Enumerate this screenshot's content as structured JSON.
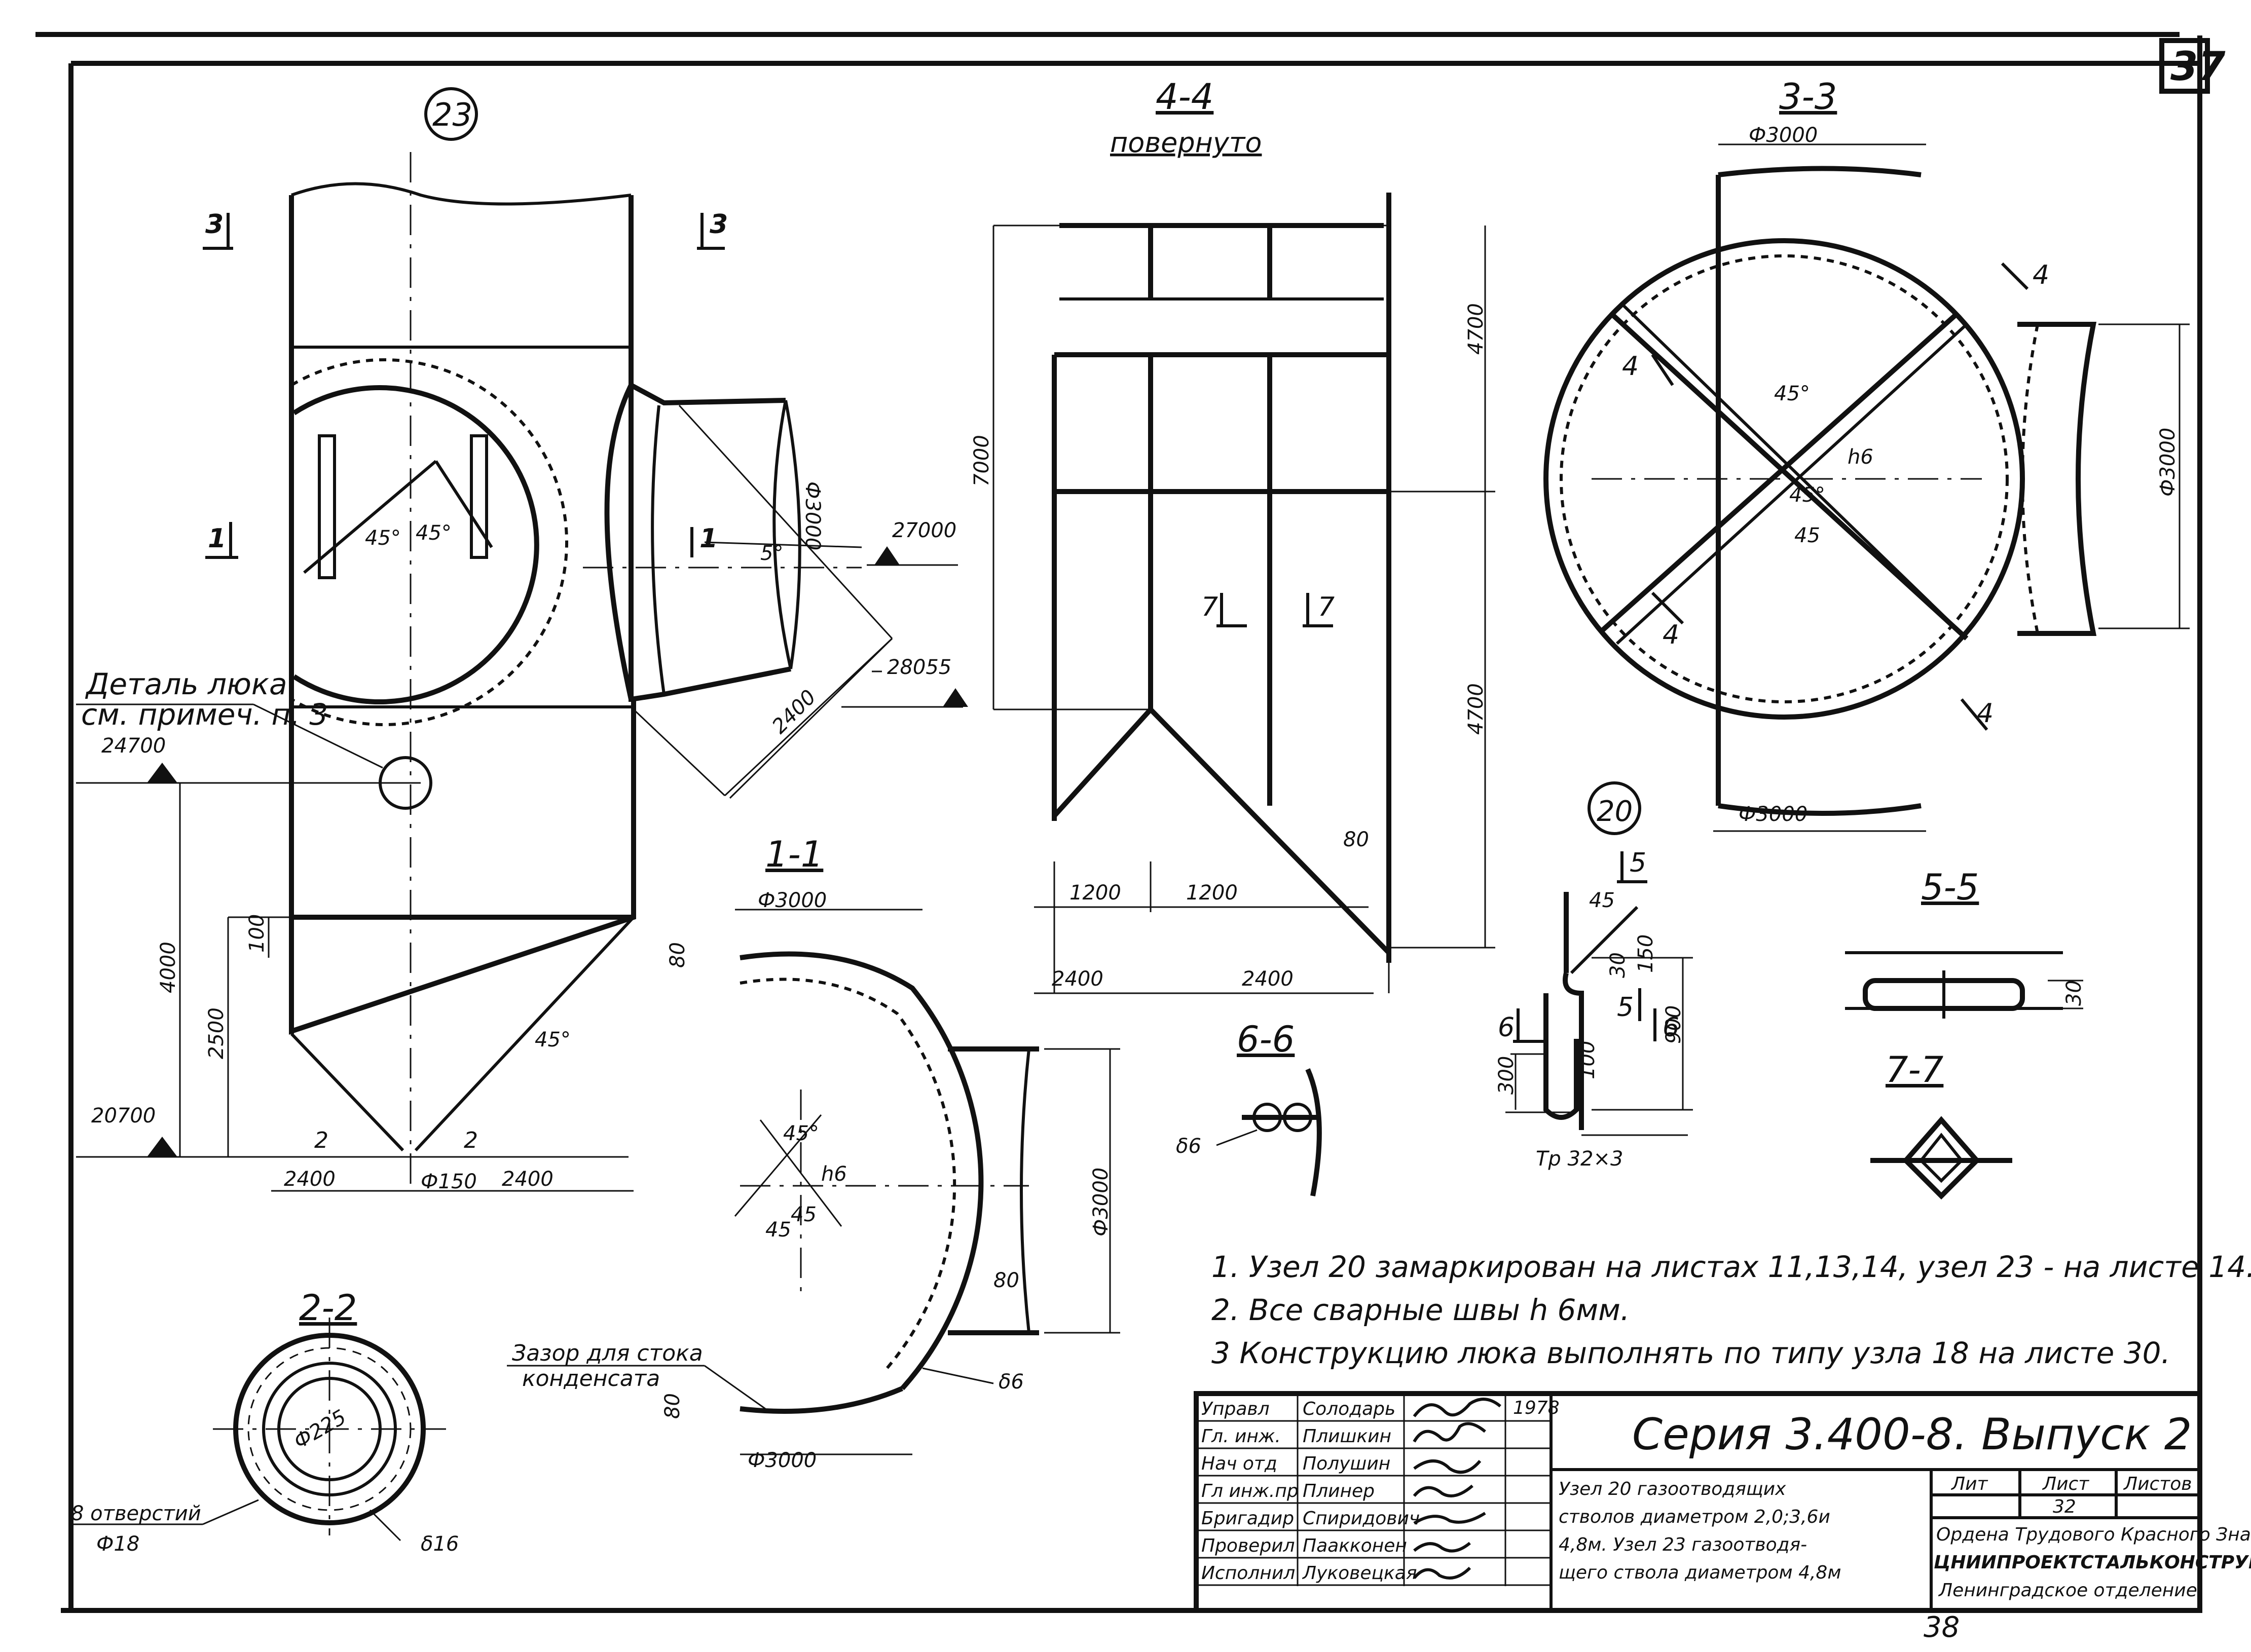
{
  "sheet_number": "37",
  "sheet_bottom_number": "38",
  "nodes": {
    "n23": "23",
    "n20": "20"
  },
  "sections": {
    "s11": "1-1",
    "s22": "2-2",
    "s33": "3-3",
    "s44": "4-4",
    "s44_sub": "повернуто",
    "s55": "5-5",
    "s66": "6-6",
    "s77": "7-7"
  },
  "marks": {
    "m3l": "3",
    "m3r": "3",
    "m1l": "1",
    "m1r": "1",
    "m2l": "2",
    "m2r": "2",
    "m7l": "7",
    "m7r": "7",
    "m4a": "4",
    "m4b": "4",
    "m4c": "4",
    "m4d": "4",
    "m5a": "5",
    "m5b": "5",
    "m6a": "6",
    "m6b": "6"
  },
  "node23": {
    "detail_line1": "Деталь люка",
    "detail_line2": "см. примеч. п. 3",
    "el_24700": "24700",
    "el_20700": "20700",
    "el_27000": "27000",
    "el_28055": "28055",
    "d4000": "4000",
    "d2500": "2500",
    "d100": "100",
    "d2400a": "2400",
    "d2400b": "2400",
    "d2400diag": "2400",
    "phi150": "Ф150",
    "phi3000": "Ф3000",
    "a45a": "45°",
    "a45b": "45°",
    "a45c": "45°",
    "a5": "5°"
  },
  "section44": {
    "d7000": "7000",
    "d4700a": "4700",
    "d4700b": "4700",
    "d1200a": "1200",
    "d1200b": "1200",
    "d2400a": "2400",
    "d2400b": "2400",
    "d80": "80"
  },
  "section33": {
    "phi_top": "Ф3000",
    "phi_bot": "Ф3000",
    "phi_right": "Ф3000",
    "a45a": "45°",
    "a45b": "45°",
    "a45c": "45",
    "h6": "h6"
  },
  "section11": {
    "phi_top": "Ф3000",
    "phi_bot": "Ф3000",
    "phi_right": "Ф3000",
    "d80a": "80",
    "d80b": "80",
    "d80c": "80",
    "delta6": "δ6",
    "gap1": "Зазор для стока",
    "gap2": "конденсата",
    "a45a": "45°",
    "a45b": "45",
    "a45c": "45",
    "h6": "h6"
  },
  "section22": {
    "phi225": "Ф225",
    "holes1": "8 отверстий",
    "holes2": "Ф18",
    "delta16": "δ16"
  },
  "node20": {
    "d45": "45",
    "d30": "30",
    "d150": "150",
    "d900": "900",
    "d300": "300",
    "d100": "100",
    "tp": "Тр 32×3"
  },
  "section55": {
    "d30": "30"
  },
  "section66": {
    "delta6": "δ6"
  },
  "notes": [
    "1. Узел 20 замаркирован на листах 11,13,14, узел 23 - на листе 14.",
    "2. Все сварные швы h 6мм.",
    "3 Конструкцию люка выполнять по типу узла 18 на листе 30."
  ],
  "title_block": {
    "series": "Серия 3.400-8. Выпуск 2",
    "roles": [
      "Управл",
      "Гл. инж.",
      "Нач отд",
      "Гл инж.пр",
      "Бригадир",
      "Проверил",
      "Исполнил"
    ],
    "names": [
      "Солодарь",
      "Плишкин",
      "Полушин",
      "Плинер",
      "Спиридович",
      "Паакконен",
      "Луковецкая"
    ],
    "year": "1978",
    "desc": [
      "Узел 20 газоотводящих",
      "стволов диаметром 2,0;3,6и",
      "4,8м. Узел 23 газоотводя-",
      "щего ствола диаметром 4,8м"
    ],
    "lit": "Лит",
    "list": "Лист",
    "listov": "Листов",
    "list_num": "32",
    "org": [
      "Ордена Трудового Красного Знамени",
      "ЦНИИПРОЕКТСТАЛЬКОНСТРУКЦИЯ",
      "Ленинградское отделение"
    ]
  }
}
